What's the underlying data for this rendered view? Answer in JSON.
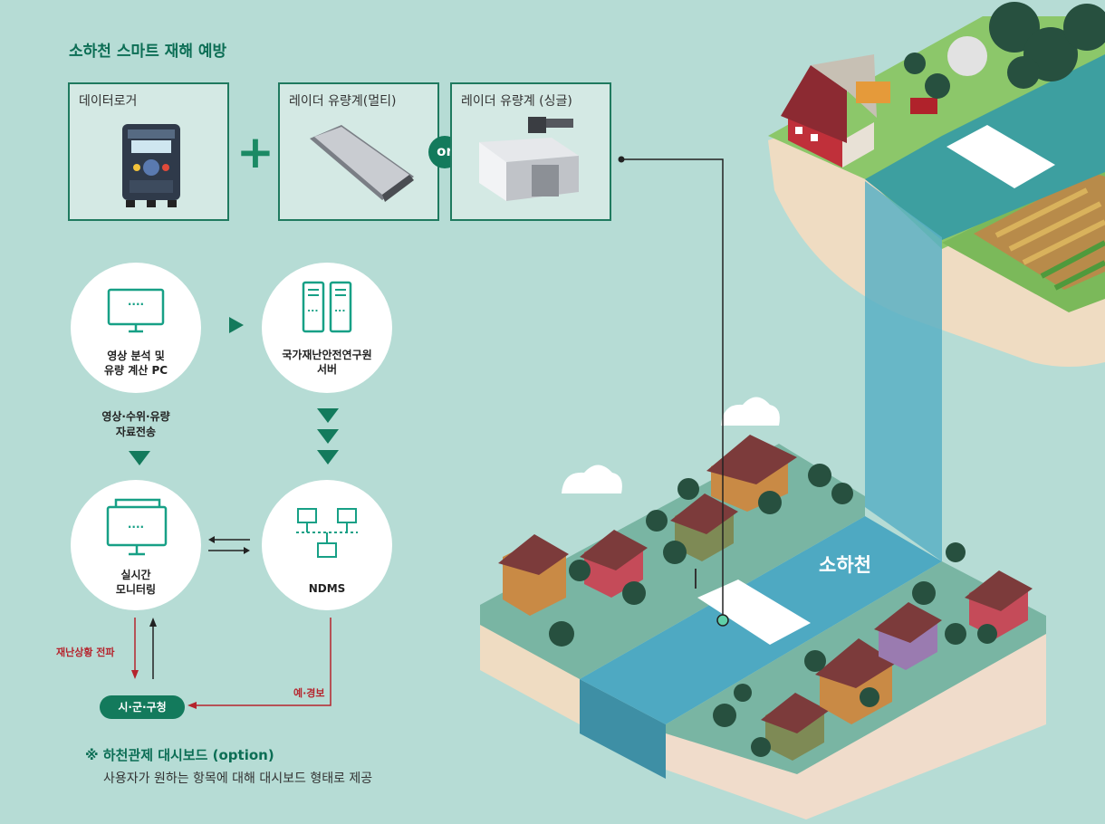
{
  "title": "소하천 스마트 재해 예방",
  "devices": {
    "datalogger": "데이터로거",
    "radar_multi": "레이더 유량계(멀티)",
    "radar_single": "레이더 유량계 (싱글)",
    "plus_symbol": "+",
    "or_label": "or"
  },
  "nodes": {
    "analysis_pc": [
      "영상 분석 및",
      "유량 계산 PC"
    ],
    "server": [
      "국가재난안전연구원",
      "서버"
    ],
    "monitoring": [
      "실시간",
      "모니터링"
    ],
    "ndms": "NDMS",
    "screen_dots": "....",
    "server_dots": "..."
  },
  "flows": {
    "transmission": [
      "영상·수위·유량",
      "자료전송"
    ],
    "disaster_share": "재난상황 전파",
    "warning": "예·경보",
    "city": "시·군·구청"
  },
  "note": {
    "title": "※ 하천관제 대시보드 (option)",
    "description": "사용자가 원하는 항목에 대해 대시보드 형태로 제공"
  },
  "scene": {
    "river_label": "소하천"
  },
  "colors": {
    "background": "#b6dcd5",
    "primary_green": "#137a5c",
    "warning_red": "#b5242d",
    "river": "#4ea9c2"
  }
}
